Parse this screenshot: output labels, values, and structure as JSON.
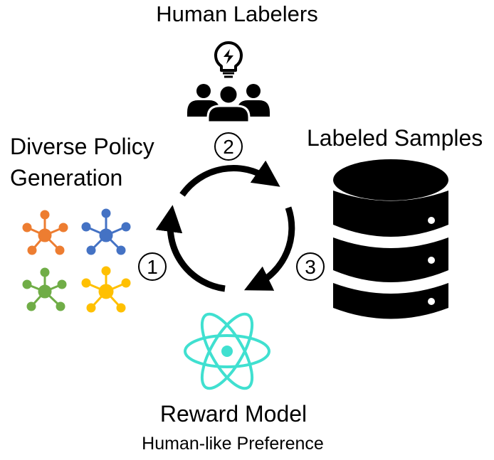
{
  "labels": {
    "human_labelers": "Human Labelers",
    "diverse_policy_line1": "Diverse Policy",
    "diverse_policy_line2": "Generation",
    "labeled_samples": "Labeled Samples",
    "reward_model": "Reward Model",
    "human_like_preference": "Human-like Preference"
  },
  "steps": [
    "1",
    "2",
    "3"
  ],
  "icons": {
    "labelers": "people-with-lightbulb-icon",
    "samples": "database-icon",
    "reward_model": "atom-icon",
    "policies": "network-node-icon"
  },
  "colors": {
    "cycle_arrows": "#000000",
    "policy_orange": "#ED7D31",
    "policy_blue": "#4472C4",
    "policy_green": "#70AD47",
    "policy_yellow": "#FFC000",
    "atom_cyan": "#40E0D0",
    "database": "#000000"
  }
}
